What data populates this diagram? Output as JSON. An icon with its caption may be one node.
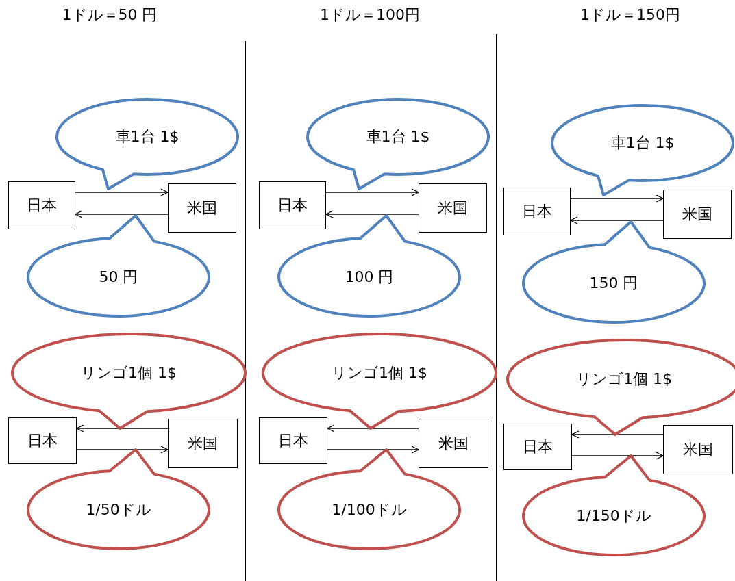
{
  "diagram": {
    "nodes": [
      {
        "text": [
          "車1台 1$"
        ]
      },
      {
        "text": [
          "日本"
        ]
      },
      {
        "text": [
          "米国"
        ]
      },
      {
        "text": [
          "50 円"
        ]
      },
      {
        "text": [
          "リンゴ1個 1$"
        ]
      },
      {
        "text": [
          "日本"
        ]
      },
      {
        "text": [
          "米国"
        ]
      },
      {
        "text": [
          "1/50ドル"
        ]
      },
      {
        "text": [
          "車1台 1$"
        ]
      },
      {
        "text": [
          "日本"
        ]
      },
      {
        "text": [
          "米国"
        ]
      },
      {
        "text": [
          "100 円"
        ]
      },
      {
        "text": [
          "リンゴ1個 1$"
        ]
      },
      {
        "text": [
          "日本"
        ]
      },
      {
        "text": [
          "米国"
        ]
      },
      {
        "text": [
          "1/100ドル"
        ]
      },
      {
        "text": [
          "車1台 1$"
        ]
      },
      {
        "text": [
          "日本"
        ]
      },
      {
        "text": [
          "米国"
        ]
      },
      {
        "text": [
          "150 円"
        ]
      },
      {
        "text": [
          "リンゴ1個 1$"
        ]
      },
      {
        "text": [
          "日本"
        ]
      },
      {
        "text": [
          "米国"
        ]
      },
      {
        "text": [
          "1/150ドル"
        ]
      }
    ],
    "edges": [
      {
        "from": 1,
        "to": 2,
        "arrow": "to"
      },
      {
        "from": 2,
        "to": 1,
        "arrow": "to"
      },
      {
        "from": 6,
        "to": 5,
        "arrow": "to"
      },
      {
        "from": 5,
        "to": 6,
        "arrow": "to"
      },
      {
        "from": 9,
        "to": 10,
        "arrow": "to"
      },
      {
        "from": 10,
        "to": 9,
        "arrow": "to"
      },
      {
        "from": 14,
        "to": 13,
        "arrow": "to"
      },
      {
        "from": 13,
        "to": 14,
        "arrow": "to"
      },
      {
        "from": 17,
        "to": 18,
        "arrow": "to"
      },
      {
        "from": 18,
        "to": 17,
        "arrow": "to"
      },
      {
        "from": 22,
        "to": 21,
        "arrow": "to"
      },
      {
        "from": 21,
        "to": 22,
        "arrow": "to"
      }
    ],
    "labels": [
      "1ドル＝50 円",
      "1ドル＝100円",
      "1ドル＝150円"
    ]
  }
}
